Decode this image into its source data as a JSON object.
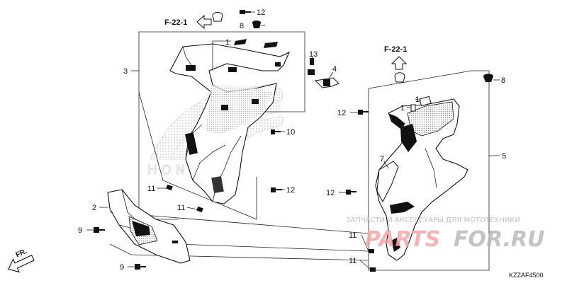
{
  "diagram": {
    "code": "KZZAF4500",
    "direction_label": "FR.",
    "references": [
      "F-22-1",
      "F-22-1"
    ],
    "callouts": {
      "c12a": "12",
      "c8a": "8",
      "c1a": "1",
      "c3": "3",
      "c13": "13",
      "c4": "4",
      "c10": "10",
      "c11a": "11",
      "c12b": "12",
      "c2": "2",
      "c11b": "11",
      "c9a": "9",
      "c9b": "9",
      "c8b": "8",
      "c1b": "1",
      "c1c": "1",
      "c12c": "12",
      "c5": "5",
      "c7": "7",
      "c12d": "12",
      "c11c": "11",
      "c11d": "11"
    },
    "watermark": {
      "store_text": "ЗАПЧАСТИ И АКСЕССУАРЫ ДЛЯ МОТОТЕХНИКИ",
      "brand_part1": "PARTS",
      "brand_part2": "FOR.RU",
      "logo_text": "HONDA"
    }
  }
}
